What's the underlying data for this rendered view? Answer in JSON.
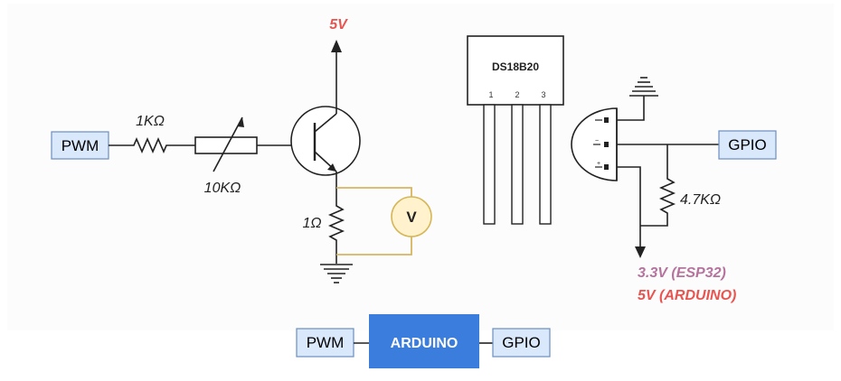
{
  "colors": {
    "box_fill": "#dae8fc",
    "box_stroke": "#6c8ebf",
    "arduino_fill": "#3b7ddd",
    "meter_fill": "#fff2cc",
    "meter_stroke": "#d6b656",
    "vcc_red": "#e8544f",
    "esp_purple": "#b5739d"
  },
  "left_circuit": {
    "pwm_label": "PWM",
    "r1_label": "1KΩ",
    "pot_label": "10KΩ",
    "vcc_label": "5V",
    "shunt_label": "1Ω",
    "meter_label": "V"
  },
  "sensor": {
    "name": "DS18B20",
    "pins": [
      "1",
      "2",
      "3"
    ],
    "pullup_label": "4.7KΩ",
    "gpio_label": "GPIO",
    "supply_esp32": "3.3V (ESP32)",
    "supply_arduino": "5V (ARDUINO)"
  },
  "bottom": {
    "pwm_label": "PWM",
    "arduino_label": "ARDUINO",
    "gpio_label": "GPIO"
  }
}
